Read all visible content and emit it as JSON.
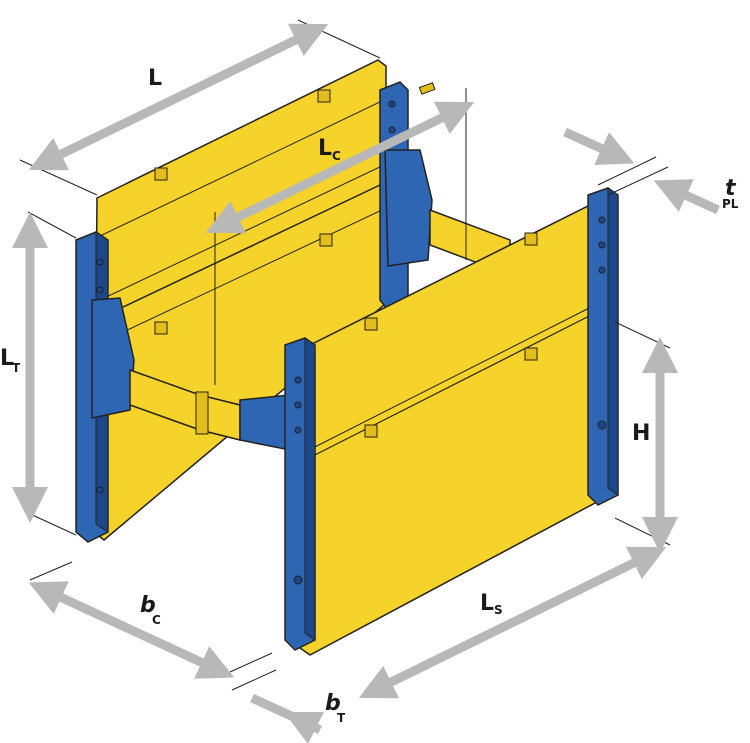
{
  "labels": {
    "L": {
      "main": "L",
      "sub": ""
    },
    "Lc": {
      "main": "L",
      "sub": "C"
    },
    "Lt": {
      "main": "L",
      "sub": "T"
    },
    "H": {
      "main": "H",
      "sub": ""
    },
    "Ls": {
      "main": "L",
      "sub": "S"
    },
    "bc": {
      "main": "b",
      "sub": "C"
    },
    "bt": {
      "main": "b",
      "sub": "T"
    },
    "tpl": {
      "main": "t",
      "sub": "PL"
    }
  },
  "colors": {
    "panel_yellow": "#f5d32a",
    "panel_shadow": "#d9b41c",
    "post_blue": "#2f66b3",
    "post_dark": "#1d4788",
    "arrow_gray": "#b8b8b8",
    "line": "#222222"
  }
}
